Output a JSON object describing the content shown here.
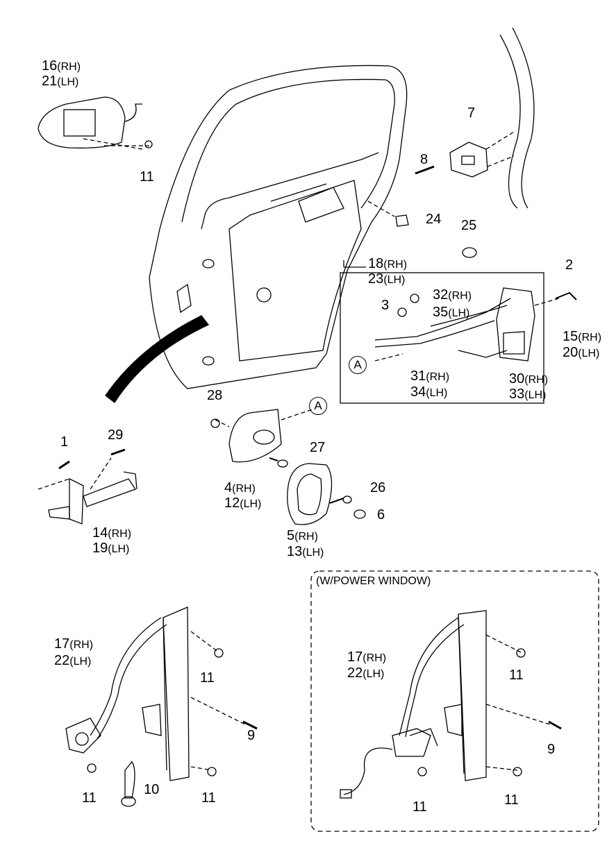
{
  "diagram": {
    "callouts": [
      {
        "num": "16",
        "side": "(RH)"
      },
      {
        "num": "21",
        "side": "(LH)"
      },
      {
        "num": "11",
        "side": ""
      },
      {
        "num": "7",
        "side": ""
      },
      {
        "num": "8",
        "side": ""
      },
      {
        "num": "24",
        "side": ""
      },
      {
        "num": "25",
        "side": ""
      },
      {
        "num": "18",
        "side": "(RH)"
      },
      {
        "num": "23",
        "side": "(LH)"
      },
      {
        "num": "2",
        "side": ""
      },
      {
        "num": "32",
        "side": "(RH)"
      },
      {
        "num": "35",
        "side": "(LH)"
      },
      {
        "num": "3",
        "side": ""
      },
      {
        "num": "15",
        "side": "(RH)"
      },
      {
        "num": "20",
        "side": "(LH)"
      },
      {
        "num": "31",
        "side": "(RH)"
      },
      {
        "num": "34",
        "side": "(LH)"
      },
      {
        "num": "30",
        "side": "(RH)"
      },
      {
        "num": "33",
        "side": "(LH)"
      },
      {
        "num": "28",
        "side": ""
      },
      {
        "num": "29",
        "side": ""
      },
      {
        "num": "1",
        "side": ""
      },
      {
        "num": "27",
        "side": ""
      },
      {
        "num": "4",
        "side": "(RH)"
      },
      {
        "num": "12",
        "side": "(LH)"
      },
      {
        "num": "26",
        "side": ""
      },
      {
        "num": "6",
        "side": ""
      },
      {
        "num": "14",
        "side": "(RH)"
      },
      {
        "num": "19",
        "side": "(LH)"
      },
      {
        "num": "5",
        "side": "(RH)"
      },
      {
        "num": "13",
        "side": "(LH)"
      },
      {
        "num": "17",
        "side": "(RH)"
      },
      {
        "num": "22",
        "side": "(LH)"
      },
      {
        "num": "11",
        "side": ""
      },
      {
        "num": "9",
        "side": ""
      },
      {
        "num": "10",
        "side": ""
      },
      {
        "num": "11",
        "side": ""
      },
      {
        "num": "11",
        "side": ""
      },
      {
        "num": "17",
        "side": "(RH)"
      },
      {
        "num": "22",
        "side": "(LH)"
      },
      {
        "num": "11",
        "side": ""
      },
      {
        "num": "9",
        "side": ""
      },
      {
        "num": "11",
        "side": ""
      },
      {
        "num": "11",
        "side": ""
      }
    ],
    "reference_marks": [
      "A",
      "A"
    ],
    "power_window_box_title": "(W/POWER WINDOW)"
  }
}
